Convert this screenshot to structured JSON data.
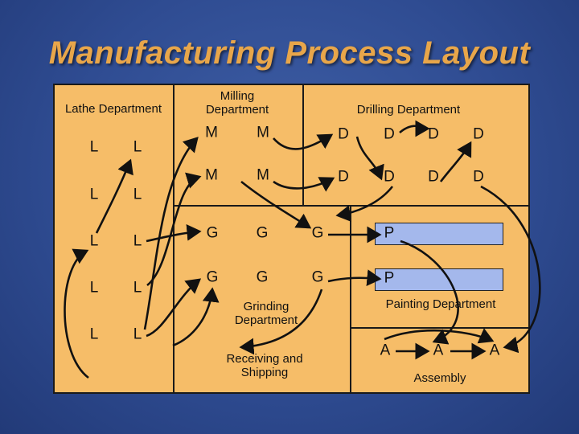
{
  "title": "Manufacturing Process Layout",
  "departments": {
    "lathe": "Lathe Department",
    "milling": "Milling\nDepartment",
    "drilling": "Drilling Department",
    "grinding": "Grinding\nDepartment",
    "painting": "Painting Department",
    "receiving": "Receiving and\nShipping",
    "assembly": "Assembly"
  },
  "machines": {
    "lathe": [
      "L",
      "L",
      "L",
      "L",
      "L",
      "L",
      "L",
      "L",
      "L",
      "L"
    ],
    "milling": [
      "M",
      "M",
      "M",
      "M"
    ],
    "drilling": [
      "D",
      "D",
      "D",
      "D",
      "D",
      "D",
      "D",
      "D"
    ],
    "grinding": [
      "G",
      "G",
      "G",
      "G",
      "G",
      "G"
    ],
    "painting": [
      "P",
      "P"
    ],
    "assembly": [
      "A",
      "A",
      "A"
    ]
  },
  "colors": {
    "floor": "#f6bd68",
    "paint_booth": "#a4b8ec",
    "title": "#e8a64a",
    "background": "#2f4c92"
  }
}
